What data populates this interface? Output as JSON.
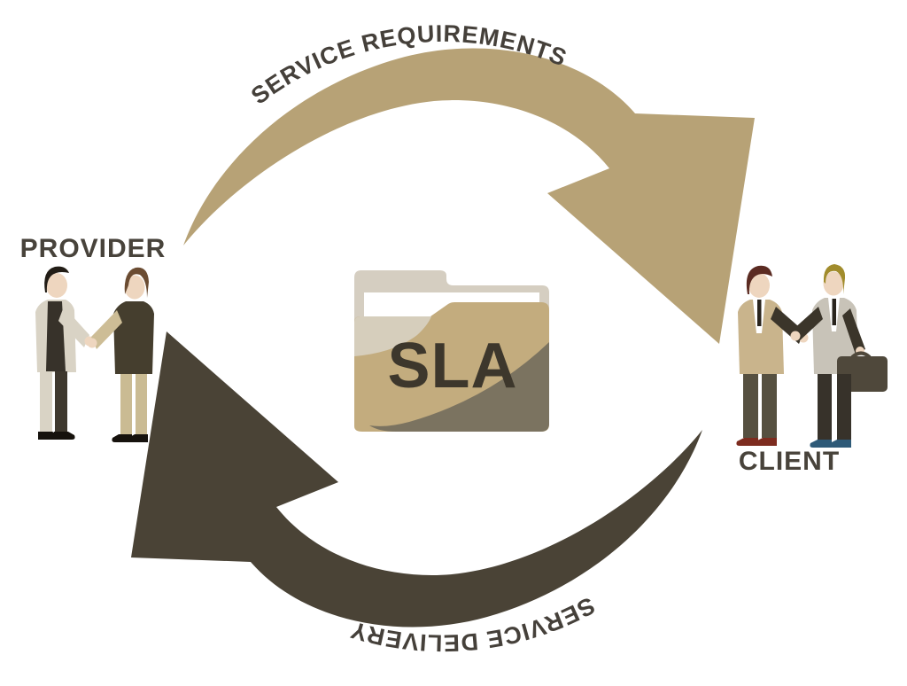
{
  "diagram": {
    "type": "cycle",
    "labels": {
      "top_arc": "SERVICE REQUIREMENTS",
      "bottom_arc": "SERVICE DELIVERY",
      "center": "SLA",
      "left": "PROVIDER",
      "right": "CLIENT"
    },
    "flow": [
      {
        "from": "PROVIDER",
        "to": "CLIENT",
        "label": "SERVICE REQUIREMENTS"
      },
      {
        "from": "CLIENT",
        "to": "PROVIDER",
        "label": "SERVICE DELIVERY"
      }
    ]
  },
  "colors": {
    "background": "#ffffff",
    "tan_arrow": "#b7a276",
    "dark_arrow": "#4a4336",
    "arc_text": "#45403a",
    "label_text": "#48433b",
    "sla_text": "#3d372c",
    "folder_back": "#d5cec1",
    "folder_front": "#c3ac7e",
    "folder_highlight": "#d6cebc",
    "folder_shadow": "#7b7360",
    "paper": "#ffffff",
    "skin": "#eed6bf",
    "suit_light": "#d9d3c5",
    "vest_dark": "#37322a",
    "vest_olive": "#453e2e",
    "hair_black": "#221d16",
    "hair_brown": "#6b4c32",
    "hair_maroon": "#5b2b22",
    "hair_blond": "#a18c2c",
    "khaki_sleeve": "#cdbd96",
    "khaki_pants": "#cabb93",
    "leg_shadow": "#3e382e",
    "shoe_black": "#16120d",
    "tan_suit": "#c9b48c",
    "gray_suit": "#c8c3b8",
    "sleeve_dark": "#3b352a",
    "pants_gray": "#565040",
    "pants_dark": "#37322a",
    "tie_dark": "#29241d",
    "shoes_maroon": "#7d2c1f",
    "shoes_blue": "#2e5a78",
    "briefcase": "#4f483b",
    "shirt_white": "#ffffff"
  }
}
